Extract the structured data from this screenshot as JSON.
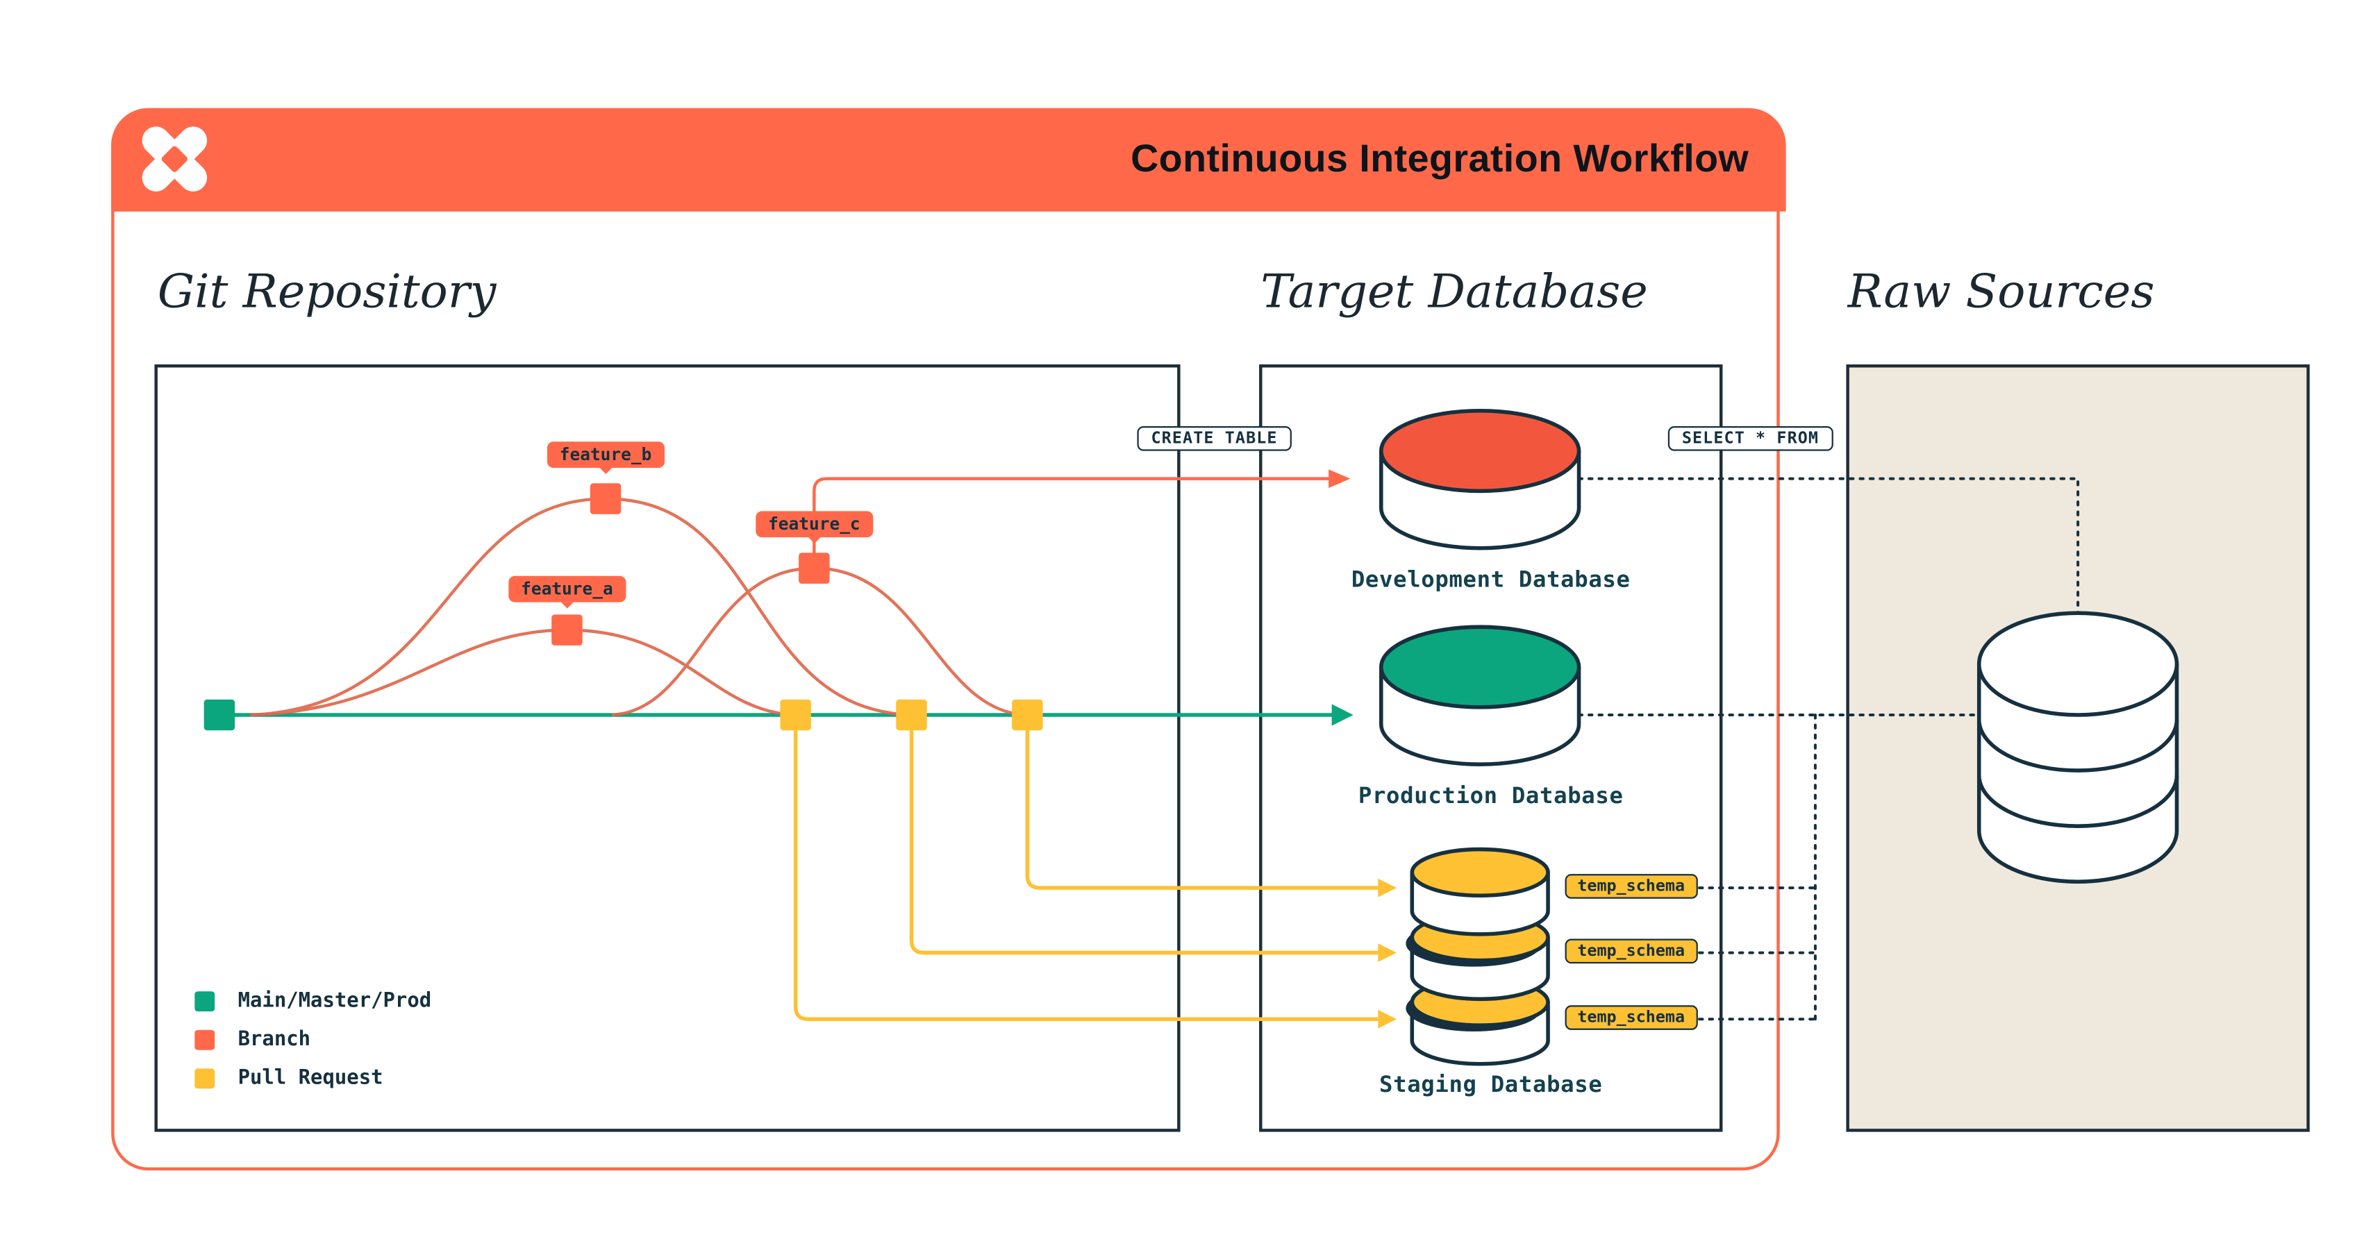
{
  "header": {
    "title": "Continuous Integration Workflow",
    "logo": "dbt-icon"
  },
  "git": {
    "heading": "Git Repository",
    "branch_labels": [
      "feature_b",
      "feature_a",
      "feature_c"
    ],
    "legend": [
      {
        "label": "Main/Master/Prod",
        "color": "#0CA67E"
      },
      {
        "label": "Branch",
        "color": "#FF694A"
      },
      {
        "label": "Pull Request",
        "color": "#FDC133"
      }
    ]
  },
  "target": {
    "heading": "Target Database",
    "databases": [
      {
        "name": "Development Database",
        "top_color": "#F2573E"
      },
      {
        "name": "Production Database",
        "top_color": "#0CA67E"
      },
      {
        "name": "Staging Database",
        "top_color": "#FDC133"
      }
    ],
    "temp_schemas": [
      "temp_schema",
      "temp_schema",
      "temp_schema"
    ]
  },
  "raw": {
    "heading": "Raw Sources"
  },
  "sql_badges": {
    "create_table": "CREATE TABLE",
    "select_from": "SELECT * FROM"
  },
  "colors": {
    "orange": "#FF694A",
    "teal": "#0CA67E",
    "yellow": "#FDC133",
    "navy": "#16303F",
    "beige": "#EFE9DD",
    "curve_orange": "#E0684C"
  }
}
